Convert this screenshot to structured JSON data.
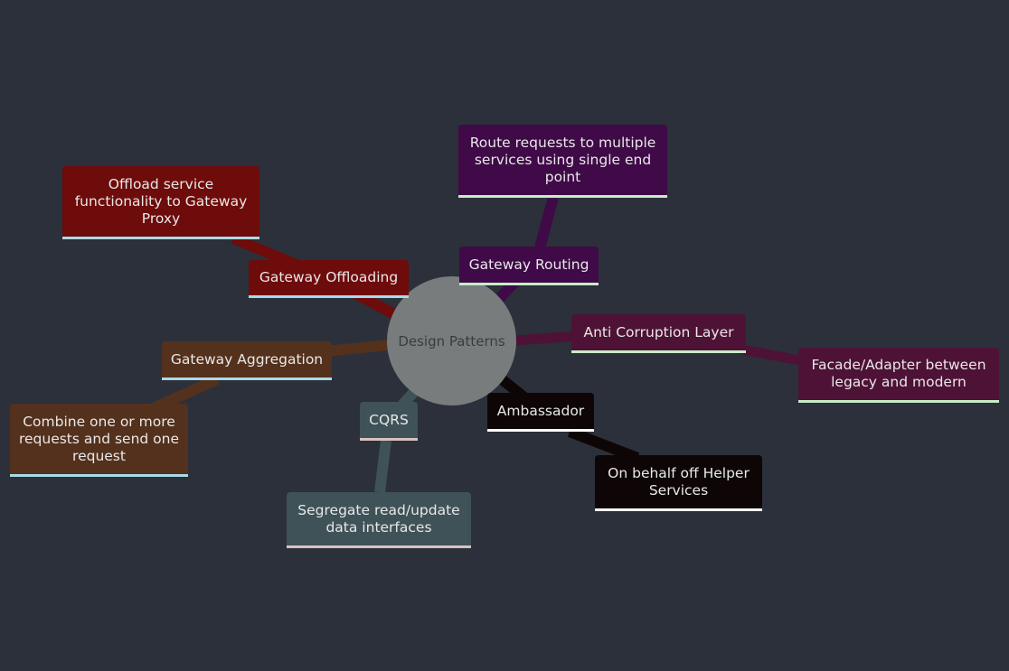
{
  "root": {
    "label": "Design Patterns",
    "color": "#787c7c"
  },
  "branches": [
    {
      "key": "offloading",
      "label": "Gateway Offloading",
      "color": "#6e0b0b",
      "underline": "#a9dbe6",
      "child": {
        "label": "Offload service functionality to Gateway Proxy",
        "color": "#6e0b0b",
        "underline": "#a9dbe6"
      }
    },
    {
      "key": "routing",
      "label": "Gateway Routing",
      "color": "#3f0a47",
      "underline": "#c8ecc8",
      "child": {
        "label": "Route requests to multiple services using single end point",
        "color": "#3f0a47",
        "underline": "#c8ecc8"
      }
    },
    {
      "key": "anticorruption",
      "label": "Anti Corruption Layer",
      "color": "#4e1236",
      "underline": "#c8ecc8",
      "child": {
        "label": "Facade/Adapter between legacy and modern",
        "color": "#4e1236",
        "underline": "#c8ecc8"
      }
    },
    {
      "key": "aggregation",
      "label": "Gateway Aggregation",
      "color": "#54311d",
      "underline": "#a9dbe6",
      "child": {
        "label": "Combine one or more requests and send one request",
        "color": "#54311d",
        "underline": "#a9dbe6"
      }
    },
    {
      "key": "cqrs",
      "label": "CQRS",
      "color": "#3f5257",
      "underline": "#d8c2c2",
      "child": {
        "label": "Segregate read/update data interfaces",
        "color": "#3f5257",
        "underline": "#d8c2c2"
      }
    },
    {
      "key": "ambassador",
      "label": "Ambassador",
      "color": "#0e0606",
      "underline": "#ffffff",
      "child": {
        "label": "On behalf off Helper Services",
        "color": "#0e0606",
        "underline": "#ffffff"
      }
    }
  ]
}
